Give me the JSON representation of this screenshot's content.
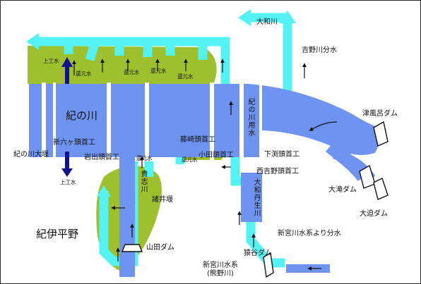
{
  "colors": {
    "river": "#6f93f0",
    "channel": "#55f2f4",
    "irrigation_area": "#9ec02d",
    "arrow_dark": "#10128f",
    "dam": "#ffffff"
  },
  "labels": {
    "kinokawa": "紀の川",
    "kinokawa_ozeki": "紀の川大堰",
    "shinrokkato": "新六ヶ頭首工",
    "iwade": "岩出頭首工",
    "fujisaki": "藤崎頭首工",
    "odawa": "小田頭首工",
    "shimobuchi": "下渕頭首工",
    "nishiyoshino": "西吉野頭首工",
    "kinokawa_yosui": "紀の川用水",
    "yamato_nyu": "大和丹生川",
    "kishi": "貴志川",
    "moroi": "諸井堰",
    "yamada_dam": "山田ダム",
    "tsufuro_dam": "津風呂ダム",
    "otaki_dam": "大滝ダム",
    "osako_dam": "大迫ダム",
    "saruya_dam": "猿谷ダム",
    "shingu_bunsui": "新宮川水系より分水",
    "shingu_suikei": "新宮川水系",
    "kumanogawa": "(熊野川)",
    "yoshino_bunsui": "吉野川分水",
    "yamatogawa": "大和川",
    "kii_heiya": "紀伊平野",
    "jokosui_top": "上工水",
    "jokosui_bottom": "上工水",
    "kangensui": [
      "還元水",
      "還元水",
      "還元水",
      "還元水",
      "還元水"
    ]
  }
}
